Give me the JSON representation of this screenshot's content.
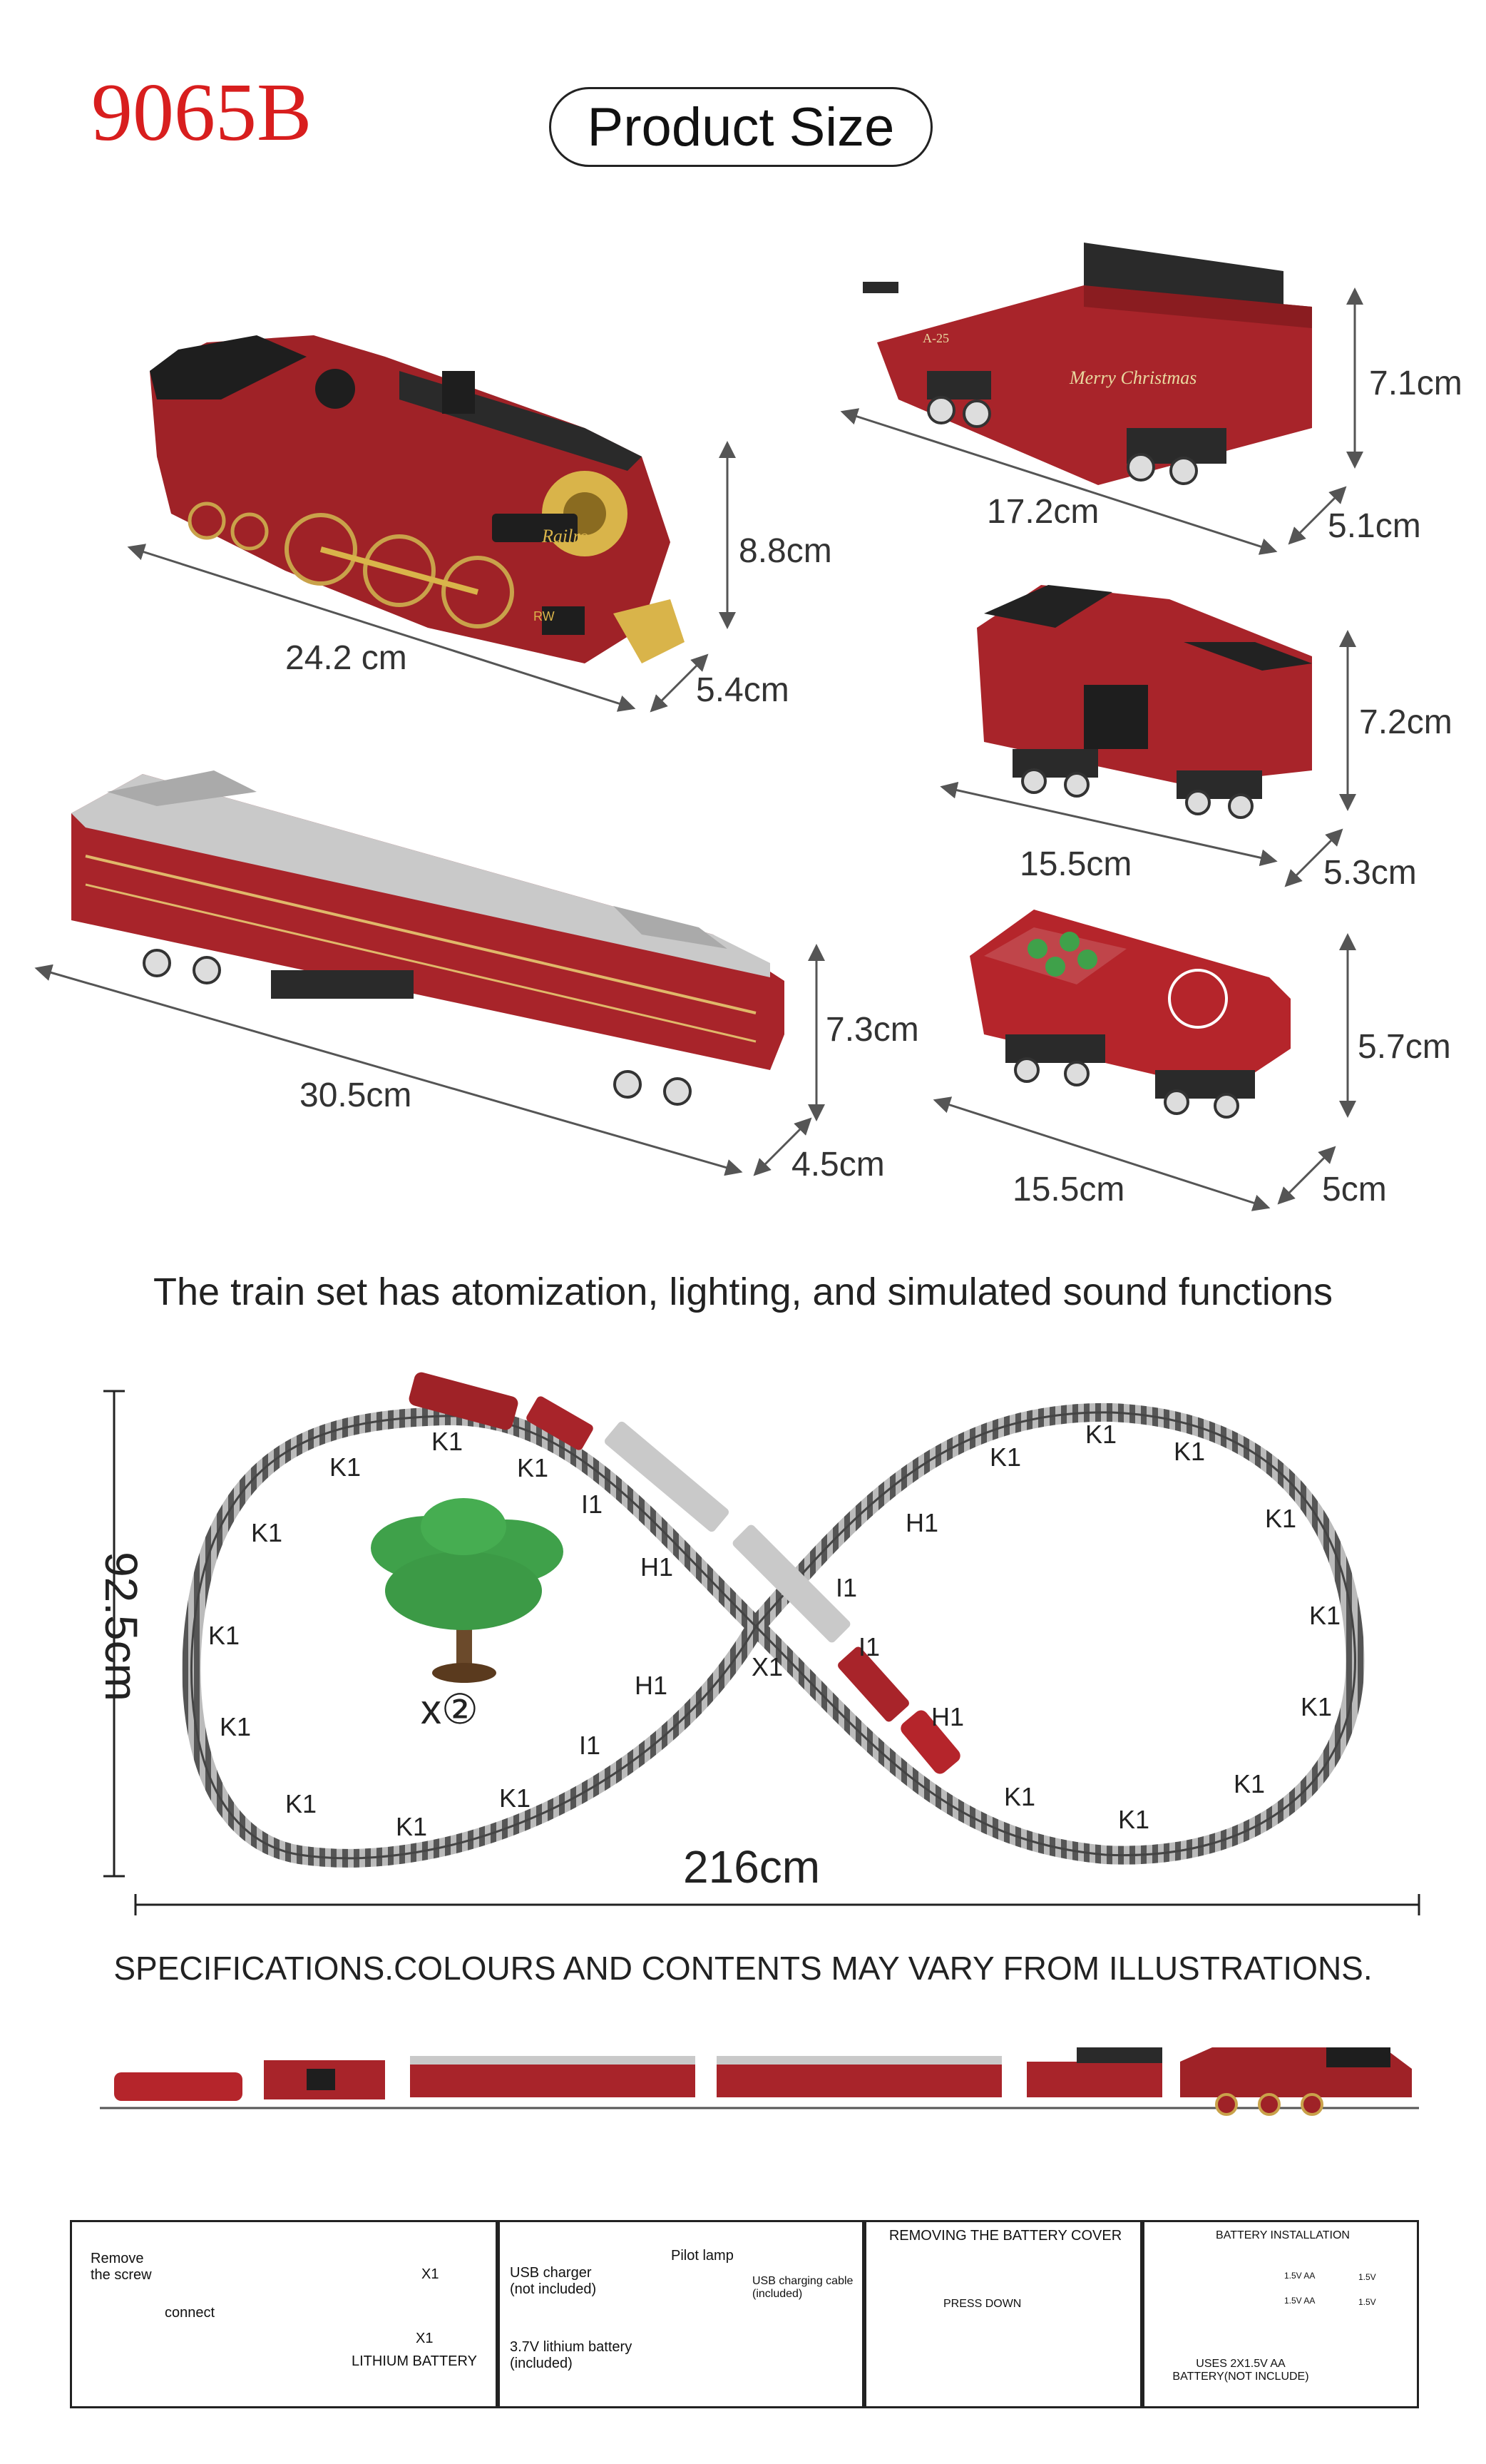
{
  "header": {
    "model": "9065B",
    "title": "Product Size"
  },
  "products": {
    "locomotive": {
      "length": "24.2 cm",
      "height": "8.8cm",
      "width": "5.4cm",
      "name": "Railroad",
      "number": "RW"
    },
    "tender": {
      "length": "17.2cm",
      "height": "7.1cm",
      "width": "5.1cm",
      "code": "A-25",
      "text": "Merry Christmas"
    },
    "caboose": {
      "length": "15.5cm",
      "height": "7.2cm",
      "width": "5.3cm"
    },
    "passenger_car": {
      "length": "30.5cm",
      "height": "7.3cm",
      "width": "4.5cm"
    },
    "battery_car": {
      "length": "15.5cm",
      "height": "5.7cm",
      "width": "5cm"
    }
  },
  "functions_text": "The train set has atomization, lighting, and simulated sound functions",
  "layout": {
    "height_label": "92.5cm",
    "width_label": "216cm",
    "tree_qty": "x②",
    "track_labels": [
      "K1",
      "K1",
      "K1",
      "K1",
      "K1",
      "K1",
      "K1",
      "K1",
      "K1",
      "I1",
      "H1",
      "I1",
      "H1",
      "I1",
      "X1",
      "I1",
      "H1",
      "H1",
      "K1",
      "K1",
      "K1",
      "K1",
      "K1",
      "K1",
      "K1",
      "K1",
      "K1"
    ]
  },
  "disclaimer": "SPECIFICATIONS.COLOURS AND CONTENTS MAY VARY FROM ILLUSTRATIONS.",
  "panels": {
    "lithium": {
      "title": "LITHIUM BATTERY INSTALLATION",
      "remove_screw": "Remove\nthe screw",
      "connect": "connect",
      "qty1": "X1",
      "qty2": "X1",
      "battery_label": "LITHIUM BATTERY"
    },
    "usb": {
      "charger": "USB charger\n(not included)",
      "pilot_lamp": "Pilot lamp",
      "cable": "USB charging cable\n(included)",
      "battery": "3.7V lithium battery\n(included)"
    },
    "cover": {
      "title": "REMOVING THE BATTERY COVER",
      "press": "PRESS DOWN"
    },
    "battery_install": {
      "title": "BATTERY INSTALLATION",
      "aa1": "1.5V AA",
      "aa2": "1.5V AA",
      "v1": "1.5V",
      "v2": "1.5V",
      "note": "USES 2X1.5V AA\nBATTERY(NOT INCLUDE)"
    }
  },
  "colors": {
    "accent_red": "#d81e1e",
    "train_red": "#a8242a",
    "dark": "#222222",
    "tree_green": "#3fa14a"
  }
}
